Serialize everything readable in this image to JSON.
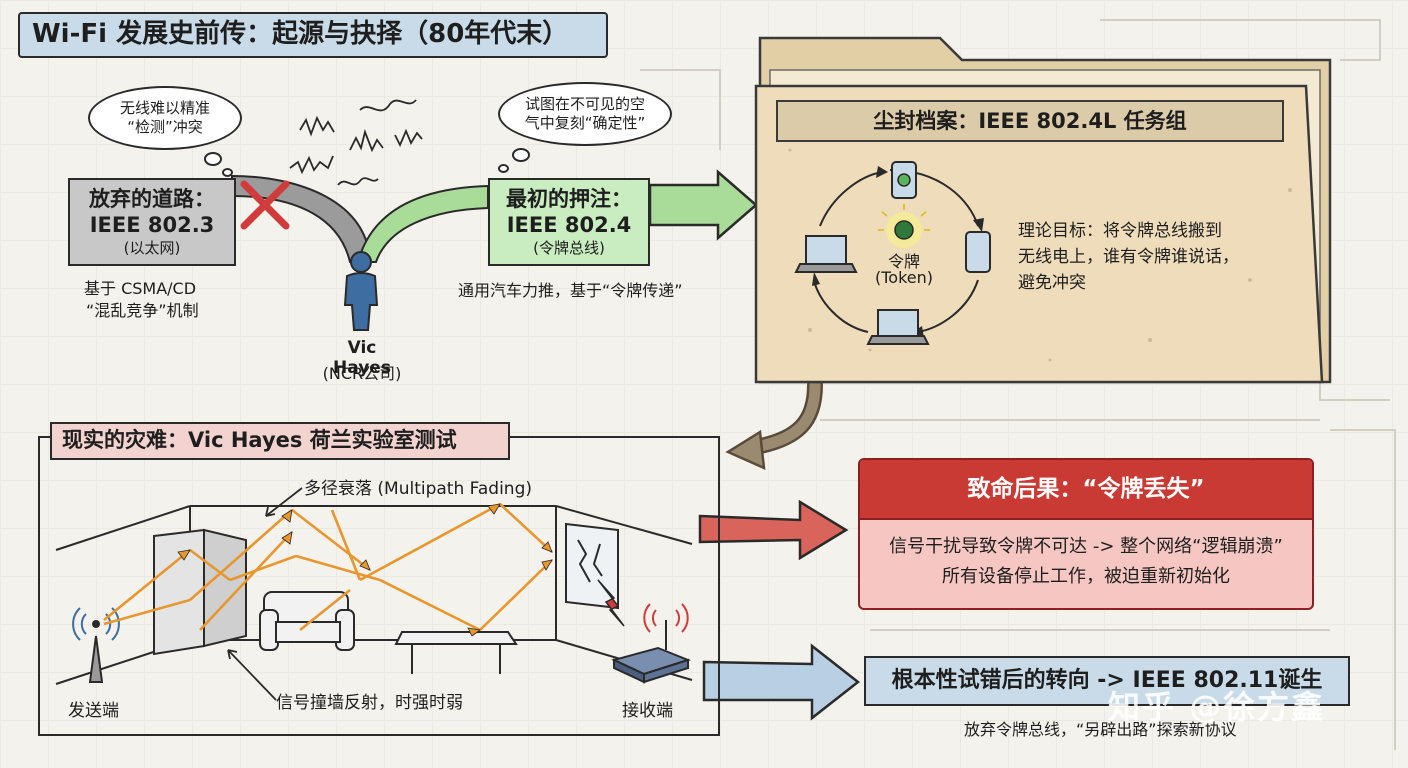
{
  "title": "Wi-Fi 发展史前传：起源与抉择（80年代末）",
  "thought_left": [
    "无线难以精准",
    "“检测”冲突"
  ],
  "thought_right": [
    "试图在不可见的空",
    "气中复刻“确定性”"
  ],
  "abandoned": {
    "line1": "放弃的道路：",
    "line2": "IEEE 802.3",
    "line3": "(以太网)",
    "caption1": "基于 CSMA/CD",
    "caption2": "“混乱竞争”机制"
  },
  "bet": {
    "line1": "最初的押注：",
    "line2": "IEEE 802.4",
    "line3": "(令牌总线)",
    "caption": "通用汽车力推，基于“令牌传递”"
  },
  "person": {
    "name": "Vic Hayes",
    "org": "(NCR公司)"
  },
  "archive": {
    "label": "尘封档案：IEEE 802.4L 任务组",
    "token_line1": "令牌",
    "token_line2": "(Token)",
    "goal_lines": [
      "理论目标：将令牌总线搬到",
      "无线电上，谁有令牌谁说话，",
      "避免冲突"
    ]
  },
  "disaster": {
    "label": "现实的灾难：Vic Hayes 荷兰实验室测试",
    "multipath": "多径衰落 (Multipath Fading)",
    "reflection": "信号撞墙反射，时强时弱",
    "sender": "发送端",
    "receiver": "接收端"
  },
  "consequence": {
    "title": "致命后果：“令牌丢失”",
    "line1": "信号干扰导致令牌不可达 -> 整个网络“逻辑崩溃”",
    "line2": "所有设备停止工作，被迫重新初始化"
  },
  "turn": {
    "title": "根本性试错后的转向 -> IEEE 802.11诞生",
    "caption": "放弃令牌总线，“另辟出路”探索新协议"
  },
  "watermark": "知乎 @徐方鑫",
  "colors": {
    "title_bg": "#c9dbe9",
    "abandoned_bg": "#c8c8c8",
    "bet_bg": "#c9ecc0",
    "bet_arrow": "#a9dc98",
    "folder_bg": "#eedcbb",
    "consequence_head": "#c93a34",
    "consequence_body": "#f6c7c2",
    "signal_arrow": "#e8962e",
    "cross": "#d13b3b"
  }
}
